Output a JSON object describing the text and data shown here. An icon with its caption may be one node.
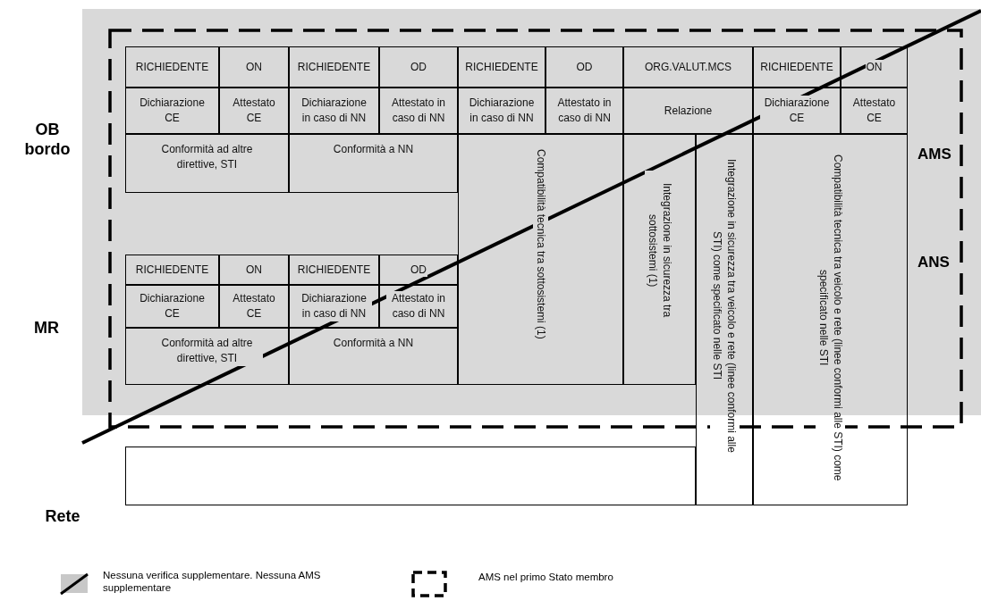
{
  "diagram": {
    "nodes": [
      {
        "text": [
          "RICHIEDENTE"
        ]
      },
      {
        "text": [
          "ON"
        ]
      },
      {
        "text": [
          "RICHIEDENTE"
        ]
      },
      {
        "text": [
          "OD"
        ]
      },
      {
        "text": [
          "RICHIEDENTE"
        ]
      },
      {
        "text": [
          "OD"
        ]
      },
      {
        "text": [
          "ORG.VALUT.MCS"
        ]
      },
      {
        "text": [
          "RICHIEDENTE"
        ]
      },
      {
        "text": [
          "ON"
        ]
      },
      {
        "text": [
          "Dichiarazione CE"
        ]
      },
      {
        "text": [
          "Attestato CE"
        ]
      },
      {
        "text": [
          "Dichiarazione in caso di NN"
        ]
      },
      {
        "text": [
          "Attestato in caso di NN"
        ]
      },
      {
        "text": [
          "Dichiarazione in caso di NN"
        ]
      },
      {
        "text": [
          "Attestato in caso di NN"
        ]
      },
      {
        "text": [
          "Relazione"
        ]
      },
      {
        "text": [
          "Dichiarazione CE"
        ]
      },
      {
        "text": [
          "Attestato CE"
        ]
      },
      {
        "text": [
          "Conformità ad altre direttive, STI"
        ]
      },
      {
        "text": [
          "Conformità a NN"
        ]
      },
      {
        "text": [
          "Compatibilità tecnica tra sottosistemi (1)"
        ]
      },
      {
        "text": [
          "Integrazione in sicurezza tra sottosistemi (1)"
        ]
      },
      {
        "text": [
          "Integrazione in sicurezza tra veicolo e rete (linee conformi alle STI) come specificato nelle STI"
        ]
      },
      {
        "text": [
          "Compatibilità tecnica tra veicolo e rete (linee conformi alle STI) come specificato nelle STI"
        ]
      },
      {
        "text": [
          "RICHIEDENTE"
        ]
      },
      {
        "text": [
          "ON"
        ]
      },
      {
        "text": [
          "RICHIEDENTE"
        ]
      },
      {
        "text": [
          "OD"
        ]
      },
      {
        "text": [
          "Dichiarazione CE"
        ]
      },
      {
        "text": [
          "Attestato CE"
        ]
      },
      {
        "text": [
          "Dichiarazione in caso di NN"
        ]
      },
      {
        "text": [
          "Attestato in caso di NN"
        ]
      },
      {
        "text": [
          "Conformità ad altre direttive, STI"
        ]
      },
      {
        "text": [
          "Conformità a NN"
        ]
      },
      {
        "text": [],
        "shape": "box"
      }
    ],
    "labels": [
      "OB bordo",
      "AMS",
      "ANS",
      "MR",
      "Rete"
    ],
    "legend": [
      {
        "text": "Nessuna verifica supplementare. Nessuna AMS supplementare"
      },
      {
        "text": "AMS nel primo Stato membro"
      }
    ]
  }
}
